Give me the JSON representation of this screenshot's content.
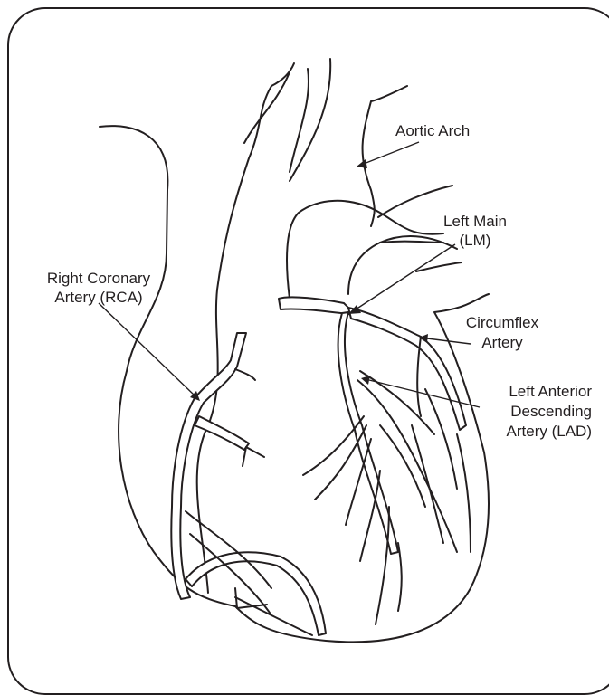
{
  "labels": {
    "aortic_arch": "Aortic Arch",
    "left_main_line1": "Left Main",
    "left_main_line2": "(LM)",
    "rca_line1": "Right Coronary",
    "rca_line2": "Artery (RCA)",
    "circumflex_line1": "Circumflex",
    "circumflex_line2": "Artery",
    "lad_line1": "Left Anterior",
    "lad_line2": "Descending",
    "lad_line3": "Artery (LAD)"
  },
  "colors": {
    "ink": "#231f20",
    "background": "#ffffff"
  }
}
